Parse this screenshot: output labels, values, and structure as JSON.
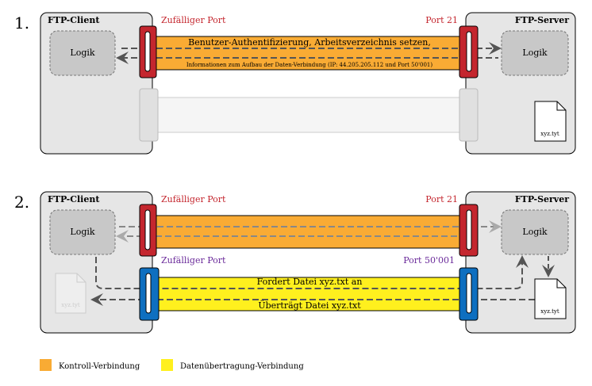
{
  "step1": {
    "number": "1.",
    "client_title": "FTP-Client",
    "server_title": "FTP-Server",
    "client_logic": "Logik",
    "server_logic": "Logik",
    "client_port": "Zufälliger Port",
    "server_port": "Port 21",
    "control_line1": "Benutzer-Authentifizierung, Arbeitsverzeichnis setzen,",
    "control_line2": "Informationen zum Aufbau der Daten-Verbindung (IP: 44.205.205.112  und Port 50'001)",
    "server_file": "xyz.tyt"
  },
  "step2": {
    "number": "2.",
    "client_title": "FTP-Client",
    "server_title": "FTP-Server",
    "client_logic": "Logik",
    "server_logic": "Logik",
    "client_port": "Zufälliger Port",
    "server_port": "Port 21",
    "client_data_port": "Zufälliger Port",
    "server_data_port": "Port 50'001",
    "data_line1": "Fordert Datei xyz.txt an",
    "data_line2": "Überträgt Datei xyz.txt",
    "client_file": "xyz.tyt",
    "server_file": "xyz.tyt"
  },
  "legend": {
    "control": "Kontroll-Verbindung",
    "data": "Datenübertragung-Verbindung"
  },
  "colors": {
    "control": "#f9ab34",
    "data": "#fff01e",
    "control_port": "#c4262e",
    "data_port": "#0e6fc0",
    "client_port_label": "#c4262e",
    "data_port_label": "#6a2a9a"
  }
}
